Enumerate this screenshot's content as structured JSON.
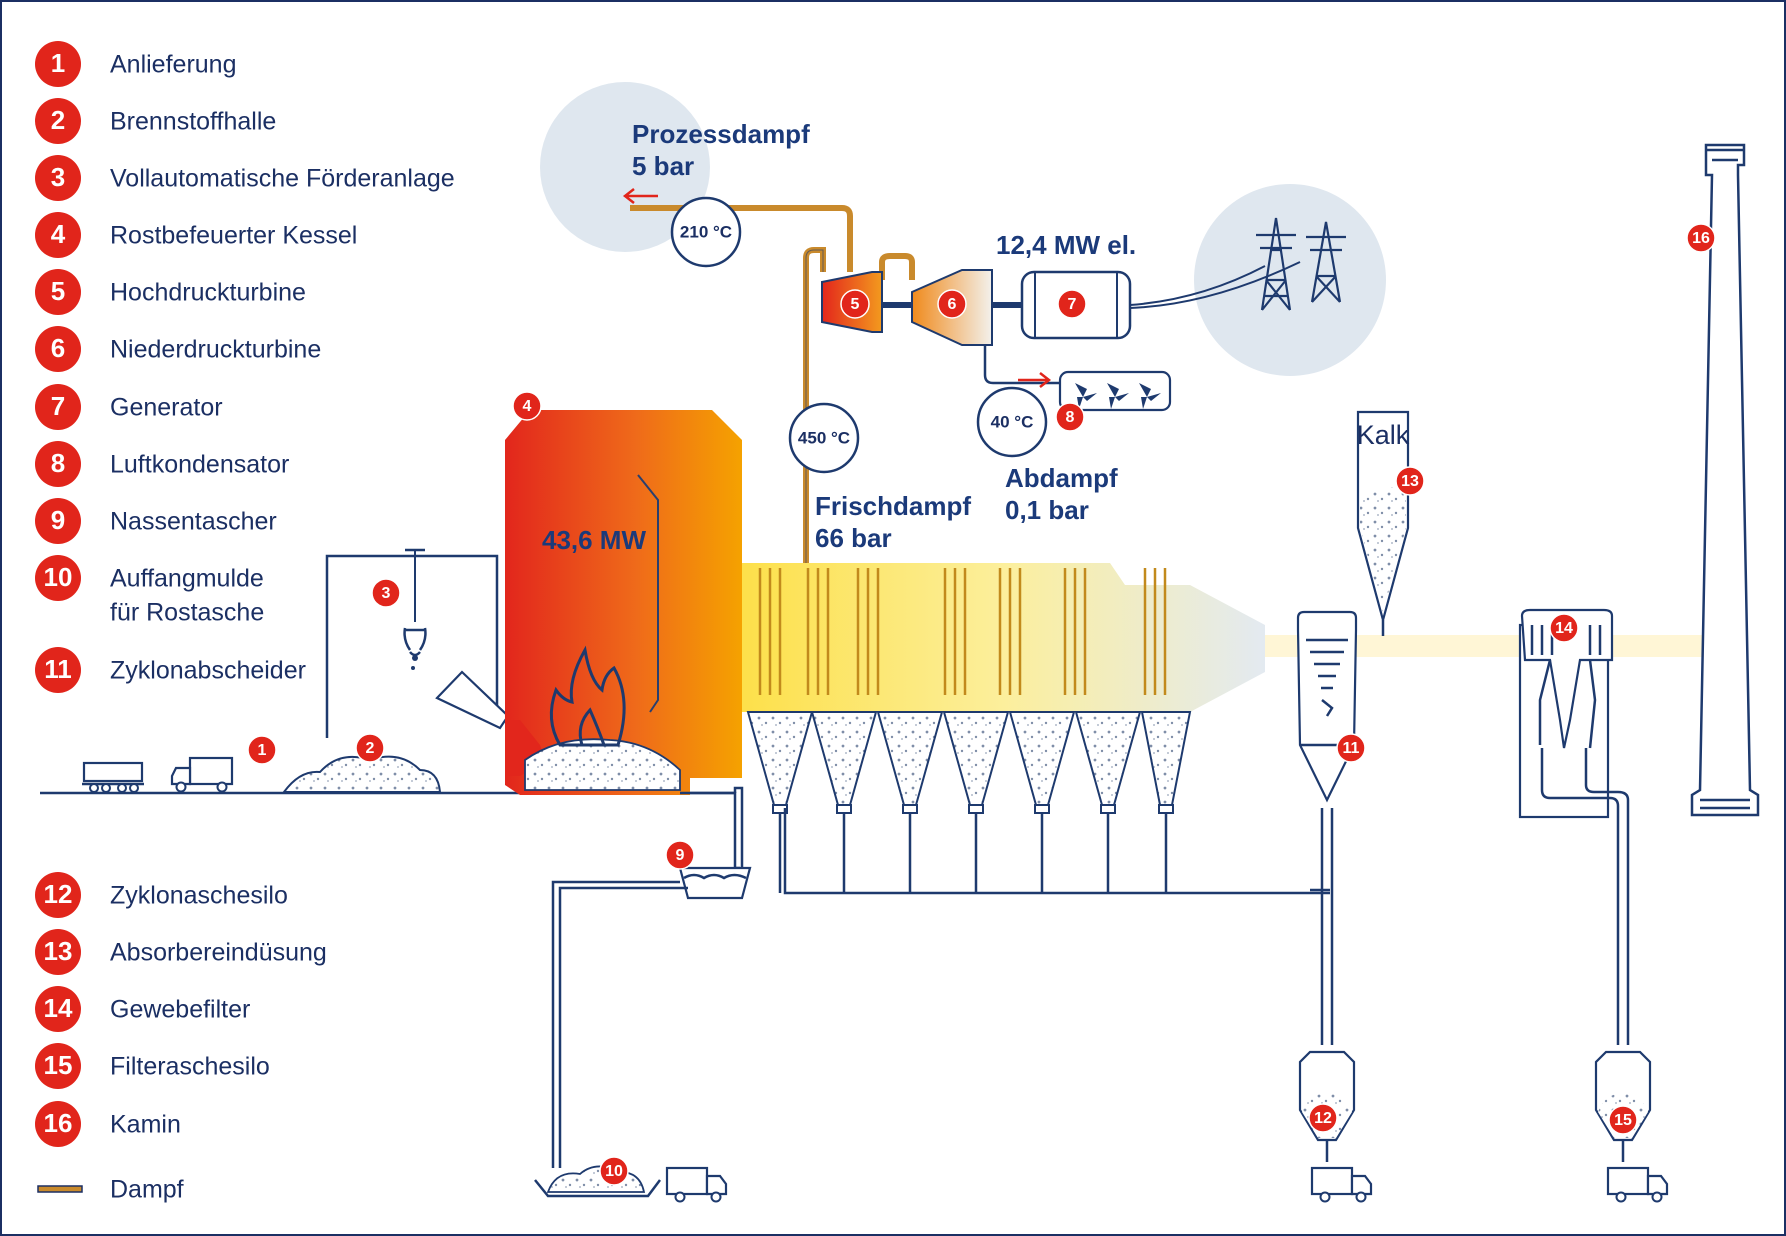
{
  "legend": [
    {
      "num": "1",
      "label": "Anlieferung"
    },
    {
      "num": "2",
      "label": "Brennstoffhalle"
    },
    {
      "num": "3",
      "label": "Vollautomatische Förderanlage"
    },
    {
      "num": "4",
      "label": "Rostbefeuerter Kessel"
    },
    {
      "num": "5",
      "label": "Hochdruckturbine"
    },
    {
      "num": "6",
      "label": "Niederdruckturbine"
    },
    {
      "num": "7",
      "label": "Generator"
    },
    {
      "num": "8",
      "label": "Luftkondensator"
    },
    {
      "num": "9",
      "label": "Nassentascher"
    },
    {
      "num": "10",
      "label": "Auffangmulde",
      "label2": "für Rostasche"
    },
    {
      "num": "11",
      "label": "Zyklonabscheider"
    },
    {
      "num": "12",
      "label": "Zyklonaschesilo"
    },
    {
      "num": "13",
      "label": "Absorbereindüsung"
    },
    {
      "num": "14",
      "label": "Gewebefilter"
    },
    {
      "num": "15",
      "label": "Filteraschesilo"
    },
    {
      "num": "16",
      "label": "Kamin"
    }
  ],
  "legend_steam": "Dampf",
  "labels": {
    "process_steam_1": "Prozessdampf",
    "process_steam_2": "5 bar",
    "temp_210": "210 °C",
    "power_output": "12,4 MW el.",
    "boiler_power": "43,6 MW",
    "temp_450": "450 °C",
    "fresh_steam_1": "Frischdampf",
    "fresh_steam_2": "66 bar",
    "temp_40": "40 °C",
    "exhaust_steam_1": "Abdampf",
    "exhaust_steam_2": "0,1 bar",
    "lime": "Kalk"
  },
  "markers": [
    "1",
    "2",
    "3",
    "4",
    "5",
    "6",
    "7",
    "8",
    "9",
    "10",
    "11",
    "12",
    "13",
    "14",
    "15",
    "16"
  ],
  "colors": {
    "marker_red": "#e1251b",
    "navy": "#1b2f63",
    "steam_pipe": "#c98a2c",
    "circle_bg": "#dfe7ef",
    "flue_gas": "#fff6d6"
  }
}
